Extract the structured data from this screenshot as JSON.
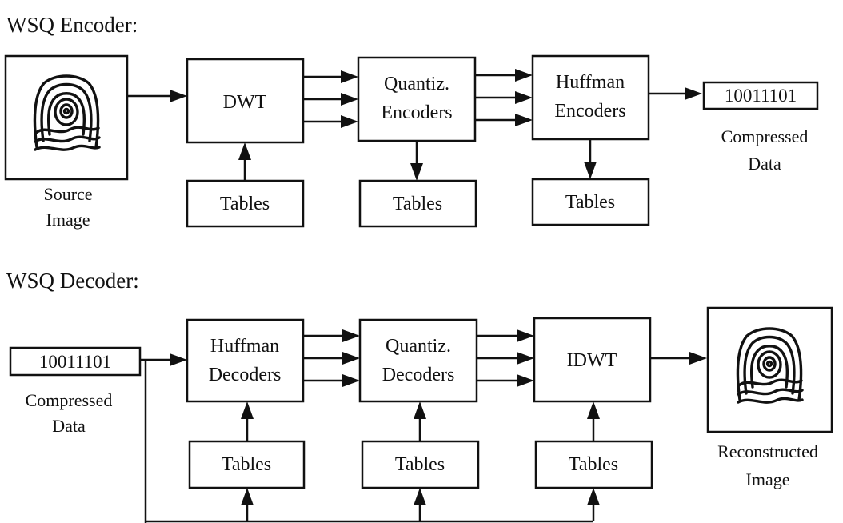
{
  "encoder": {
    "title": "WSQ Encoder:",
    "source_image": {
      "icon": "fingerprint-icon",
      "caption_line1": "Source",
      "caption_line2": "Image"
    },
    "dwt": {
      "label": "DWT",
      "tables": "Tables"
    },
    "quantizer": {
      "label_line1": "Quantiz.",
      "label_line2": "Encoders",
      "tables": "Tables"
    },
    "huffman": {
      "label_line1": "Huffman",
      "label_line2": "Encoders",
      "tables": "Tables"
    },
    "output": {
      "bits": "10011101",
      "caption_line1": "Compressed",
      "caption_line2": "Data"
    }
  },
  "decoder": {
    "title": "WSQ Decoder:",
    "input": {
      "bits": "10011101",
      "caption_line1": "Compressed",
      "caption_line2": "Data"
    },
    "huffman": {
      "label_line1": "Huffman",
      "label_line2": "Decoders",
      "tables": "Tables"
    },
    "quantizer": {
      "label_line1": "Quantiz.",
      "label_line2": "Decoders",
      "tables": "Tables"
    },
    "idwt": {
      "label": "IDWT",
      "tables": "Tables"
    },
    "output": {
      "icon": "fingerprint-icon",
      "caption_line1": "Reconstructed",
      "caption_line2": "Image"
    }
  }
}
